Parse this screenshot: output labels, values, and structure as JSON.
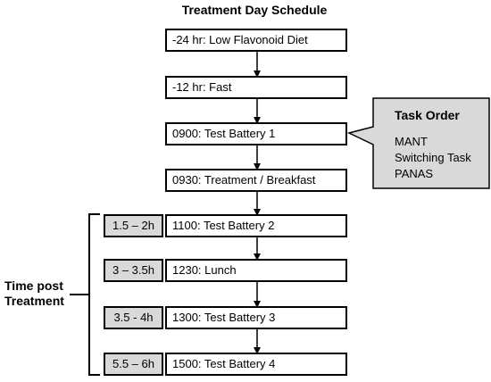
{
  "title": "Treatment Day Schedule",
  "steps": [
    "-24 hr: Low Flavonoid Diet",
    "-12 hr: Fast",
    "0900: Test Battery 1",
    "0930: Treatment / Breakfast",
    "1100: Test Battery 2",
    "1230: Lunch",
    "1300: Test Battery 3",
    "1500: Test Battery 4"
  ],
  "time_post": [
    "1.5 – 2h",
    "3 – 3.5h",
    "3.5 - 4h",
    "5.5 – 6h"
  ],
  "task_order": {
    "heading": "Task Order",
    "items": [
      "MANT",
      "Switching Task",
      "PANAS"
    ]
  },
  "time_post_label": "Time post Treatment",
  "colors": {
    "box_border": "#000000",
    "callout_fill": "#d9d9d9",
    "time_box_fill": "#d9d9d9"
  }
}
